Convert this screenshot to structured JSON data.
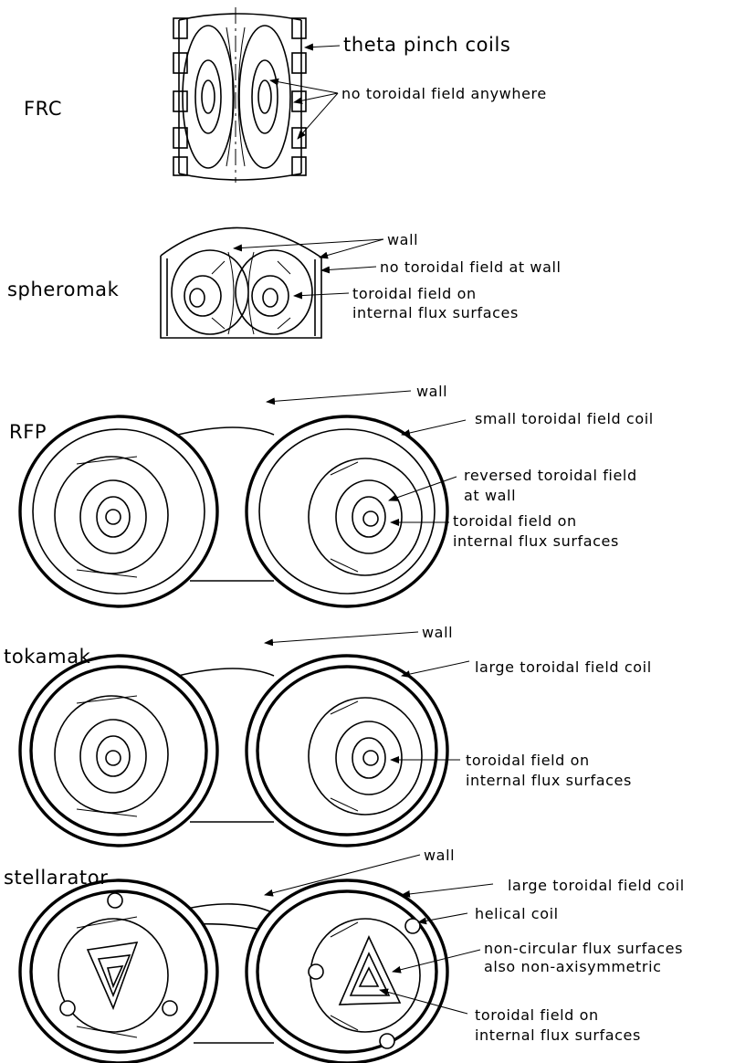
{
  "frc": {
    "title": "FRC",
    "labels": [
      "theta pinch coils",
      "no toroidal field anywhere"
    ]
  },
  "spheromak": {
    "title": "spheromak",
    "labels": [
      "wall",
      "no toroidal field at wall",
      "toroidal field on",
      "internal flux surfaces"
    ]
  },
  "rfp": {
    "title": "RFP",
    "labels": [
      "wall",
      "small toroidal field coil",
      "reversed toroidal field",
      "at wall",
      "toroidal field on",
      "internal flux surfaces"
    ]
  },
  "tokamak": {
    "title": "tokamak",
    "labels": [
      "wall",
      "large toroidal field coil",
      "toroidal field on",
      "internal flux surfaces"
    ]
  },
  "stellarator": {
    "title": "stellarator",
    "labels": [
      "wall",
      "large toroidal field coil",
      "helical coil",
      "non-circular flux surfaces",
      "also non-axisymmetric",
      "toroidal field on",
      "internal flux surfaces"
    ]
  }
}
